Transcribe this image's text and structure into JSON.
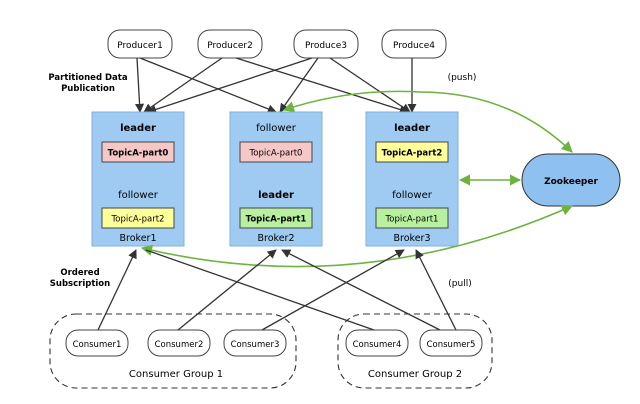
{
  "producers": [
    "Producer1",
    "Producer2",
    "Produce3",
    "Produce4"
  ],
  "labels": {
    "partitioned_line1": "Partitioned Data",
    "partitioned_line2": "Publication",
    "ordered_line1": "Ordered",
    "ordered_line2": "Subscription",
    "push": "(push)",
    "pull": "(pull)",
    "zookeeper": "Zookeeper"
  },
  "brokers": [
    {
      "name": "Broker1",
      "top_role": "leader",
      "top_partition": "TopicA-part0",
      "bottom_role": "follower",
      "bottom_partition": "TopicA-part2"
    },
    {
      "name": "Broker2",
      "top_role": "follower",
      "top_partition": "TopicA-part0",
      "bottom_role": "leader",
      "bottom_partition": "TopicA-part1"
    },
    {
      "name": "Broker3",
      "top_role": "leader",
      "top_partition": "TopicA-part2",
      "bottom_role": "follower",
      "bottom_partition": "TopicA-part1"
    }
  ],
  "consumers": [
    "Consumer1",
    "Consumer2",
    "Consumer3",
    "Consumer4",
    "Consumer5"
  ],
  "groups": [
    "Consumer Group 1",
    "Consumer Group 2"
  ],
  "colors": {
    "broker_fill": "#9fcbf3",
    "broker_stroke": "#7fb0de",
    "zk_fill": "#8ec1ef",
    "pink": "#f6c7c7",
    "yellow": "#ffff9a",
    "green": "#b9f0a0",
    "green_arrow": "#6cb33f",
    "dark_arrow": "#333333"
  }
}
